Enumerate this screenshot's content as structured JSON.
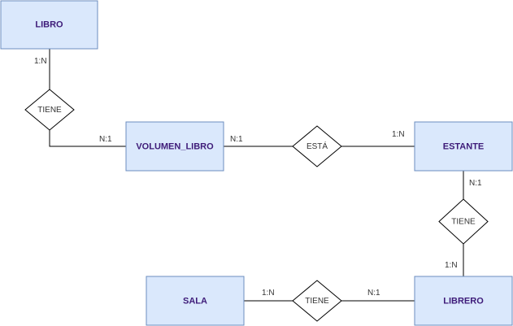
{
  "entities": {
    "libro": "LIBRO",
    "volumen_libro": "VOLUMEN_LIBRO",
    "estante": "ESTANTE",
    "librero": "LIBRERO",
    "sala": "SALA"
  },
  "relationships": {
    "tiene_1": "TIENE",
    "esta": "ESTÁ",
    "tiene_2": "TIENE",
    "tiene_3": "TIENE"
  },
  "cardinalities": {
    "libro_tiene": "1:N",
    "tiene_volumen": "N:1",
    "volumen_esta": "N:1",
    "esta_estante": "1:N",
    "estante_tiene": "N:1",
    "tiene_librero": "1:N",
    "sala_tiene": "1:N",
    "tiene_librero_sala": "N:1"
  },
  "colors": {
    "entity_fill": "#dae8fc",
    "entity_stroke": "#6c8ebf",
    "entity_text": "#3d1a78"
  }
}
